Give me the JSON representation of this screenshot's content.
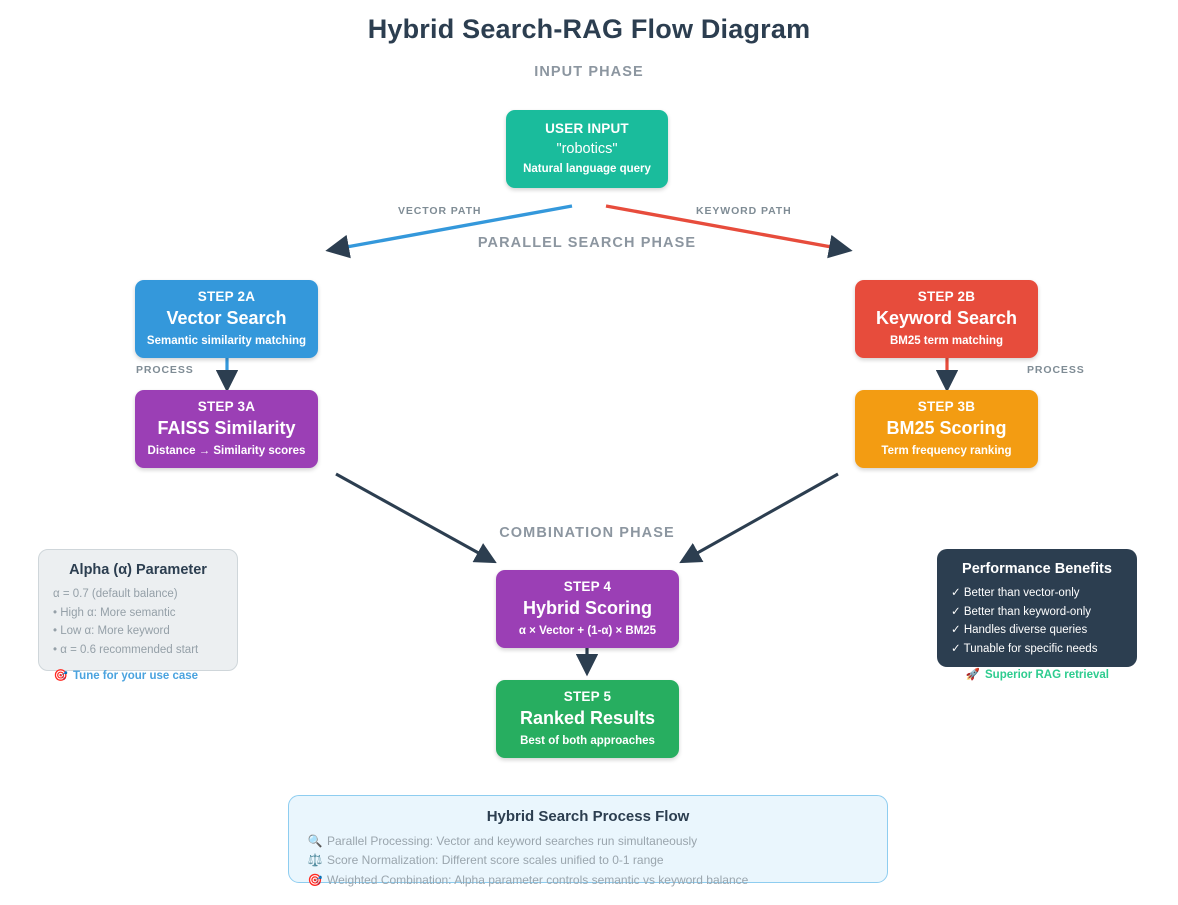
{
  "title": "Hybrid Search-RAG Flow Diagram",
  "phases": [
    {
      "key": "input",
      "label": "INPUT PHASE"
    },
    {
      "key": "parallel",
      "label": "PARALLEL SEARCH PHASE"
    },
    {
      "key": "combination",
      "label": "COMBINATION PHASE"
    }
  ],
  "edge_labels": {
    "vector_path": "VECTOR PATH",
    "keyword_path": "KEYWORD PATH",
    "process_left": "PROCESS",
    "process_right": "PROCESS"
  },
  "colors": {
    "teal": "#1abc9c",
    "blue": "#3498db",
    "red": "#e74c3c",
    "purple": "#9b3fb5",
    "orange": "#f39c12",
    "green": "#27ae60",
    "navy": "#2c3e50",
    "arrow": "#2c3e50",
    "vector_edge": "#3498db",
    "keyword_edge": "#e74c3c",
    "panel_gray": "#eceff1",
    "flow_box_bg": "#eaf6fd",
    "flow_box_border": "#8ecdf0"
  },
  "nodes": {
    "user_input": {
      "step": "USER INPUT",
      "name": "\"robotics\"",
      "desc": "Natural language query"
    },
    "step2a": {
      "step": "STEP 2A",
      "name": "Vector Search",
      "desc": "Semantic similarity matching"
    },
    "step2b": {
      "step": "STEP 2B",
      "name": "Keyword Search",
      "desc": "BM25 term matching"
    },
    "step3a": {
      "step": "STEP 3A",
      "name": "FAISS Similarity",
      "desc": "Distance → Similarity scores"
    },
    "step3b": {
      "step": "STEP 3B",
      "name": "BM25 Scoring",
      "desc": "Term frequency ranking"
    },
    "step4": {
      "step": "STEP 4",
      "name": "Hybrid Scoring",
      "desc": "α × Vector + (1-α) × BM25"
    },
    "step5": {
      "step": "STEP 5",
      "name": "Ranked Results",
      "desc": "Best of both approaches"
    }
  },
  "alpha_panel": {
    "title": "Alpha (α) Parameter",
    "lines": [
      "α = 0.7 (default balance)",
      "• High α: More semantic",
      "• Low α: More keyword",
      "• α = 0.6 recommended start"
    ],
    "footer_icon": "🎯",
    "footer": "Tune for your use case"
  },
  "performance_panel": {
    "title": "Performance Benefits",
    "lines": [
      "✓ Better than vector-only",
      "✓ Better than keyword-only",
      "✓ Handles diverse queries",
      "✓ Tunable for specific needs"
    ],
    "footer_icon": "🚀",
    "footer": "Superior RAG retrieval"
  },
  "flow_box": {
    "title": "Hybrid Search Process Flow",
    "items": [
      {
        "icon": "🔍",
        "text": "Parallel Processing: Vector and keyword searches run simultaneously"
      },
      {
        "icon": "⚖️",
        "text": "Score Normalization: Different score scales unified to 0-1 range"
      },
      {
        "icon": "🎯",
        "text": "Weighted Combination: Alpha parameter controls semantic vs keyword balance"
      }
    ]
  },
  "chart_data": {
    "type": "diagram",
    "title": "Hybrid Search-RAG Flow Diagram",
    "nodes": [
      {
        "id": "user_input",
        "label": "USER INPUT",
        "phase": "INPUT PHASE",
        "color": "#1abc9c"
      },
      {
        "id": "step2a",
        "label": "Vector Search",
        "phase": "PARALLEL SEARCH PHASE",
        "color": "#3498db"
      },
      {
        "id": "step2b",
        "label": "Keyword Search",
        "phase": "PARALLEL SEARCH PHASE",
        "color": "#e74c3c"
      },
      {
        "id": "step3a",
        "label": "FAISS Similarity",
        "phase": "PARALLEL SEARCH PHASE",
        "color": "#9b3fb5"
      },
      {
        "id": "step3b",
        "label": "BM25 Scoring",
        "phase": "PARALLEL SEARCH PHASE",
        "color": "#f39c12"
      },
      {
        "id": "step4",
        "label": "Hybrid Scoring",
        "phase": "COMBINATION PHASE",
        "color": "#9b3fb5"
      },
      {
        "id": "step5",
        "label": "Ranked Results",
        "phase": "COMBINATION PHASE",
        "color": "#27ae60"
      }
    ],
    "edges": [
      {
        "from": "user_input",
        "to": "step2a",
        "label": "VECTOR PATH",
        "color": "#3498db"
      },
      {
        "from": "user_input",
        "to": "step2b",
        "label": "KEYWORD PATH",
        "color": "#e74c3c"
      },
      {
        "from": "step2a",
        "to": "step3a",
        "label": "PROCESS",
        "color": "#2c3e50"
      },
      {
        "from": "step2b",
        "to": "step3b",
        "label": "PROCESS",
        "color": "#2c3e50"
      },
      {
        "from": "step3a",
        "to": "step4",
        "label": "",
        "color": "#2c3e50"
      },
      {
        "from": "step3b",
        "to": "step4",
        "label": "",
        "color": "#2c3e50"
      },
      {
        "from": "step4",
        "to": "step5",
        "label": "",
        "color": "#2c3e50"
      }
    ]
  }
}
